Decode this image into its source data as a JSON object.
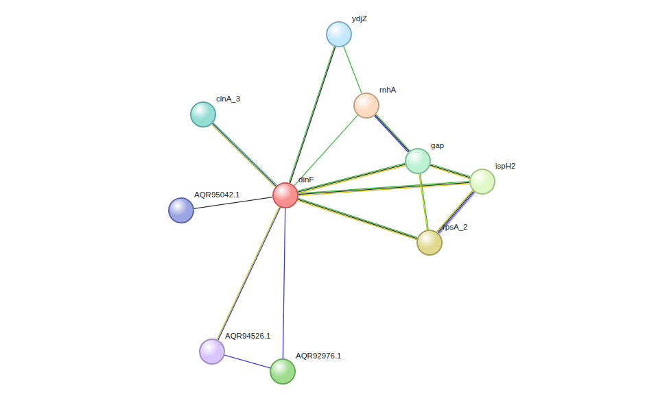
{
  "diagram": {
    "nodes": [
      {
        "text": [
          "ydjZ"
        ]
      },
      {
        "text": [
          "rnhA"
        ]
      },
      {
        "text": [
          "cinA_3"
        ]
      },
      {
        "text": [
          "gap"
        ]
      },
      {
        "text": [
          "dinF"
        ]
      },
      {
        "text": [
          "ispH2"
        ]
      },
      {
        "text": [
          "AQR95042.1"
        ]
      },
      {
        "text": [
          "rpsA_2"
        ]
      },
      {
        "text": [
          "AQR94526.1"
        ]
      },
      {
        "text": [
          "AQR92976.1"
        ]
      }
    ],
    "edges": [
      {
        "from": 4,
        "to": 0,
        "arrow": "none"
      },
      {
        "from": 0,
        "to": 1,
        "arrow": "none"
      },
      {
        "from": 2,
        "to": 4,
        "arrow": "none"
      },
      {
        "from": 1,
        "to": 4,
        "arrow": "none"
      },
      {
        "from": 1,
        "to": 3,
        "arrow": "none"
      },
      {
        "from": 4,
        "to": 3,
        "arrow": "none"
      },
      {
        "from": 4,
        "to": 5,
        "arrow": "none"
      },
      {
        "from": 4,
        "to": 7,
        "arrow": "none"
      },
      {
        "from": 3,
        "to": 5,
        "arrow": "none"
      },
      {
        "from": 3,
        "to": 7,
        "arrow": "none"
      },
      {
        "from": 5,
        "to": 7,
        "arrow": "none"
      },
      {
        "from": 4,
        "to": 6,
        "arrow": "none"
      },
      {
        "from": 4,
        "to": 8,
        "arrow": "none"
      },
      {
        "from": 4,
        "to": 9,
        "arrow": "none"
      },
      {
        "from": 8,
        "to": 9,
        "arrow": "none"
      }
    ]
  }
}
